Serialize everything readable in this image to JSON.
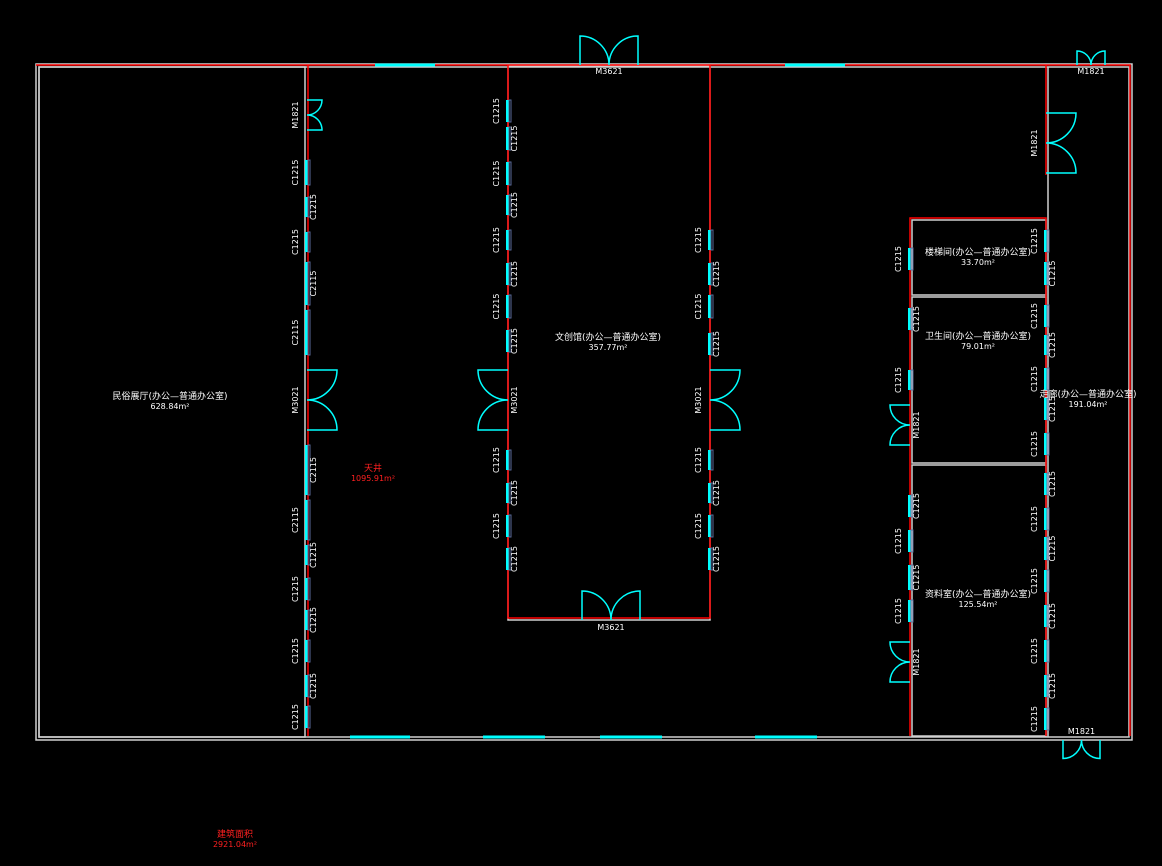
{
  "colors": {
    "wall": "#d0d0d0",
    "boundary": "#ff0000",
    "window": "#00ffff",
    "background": "#000000"
  },
  "rooms": [
    {
      "name": "民俗展厅(办公—普通办公室)",
      "area": "628.84m²"
    },
    {
      "name": "天井",
      "area": "1095.91m²"
    },
    {
      "name": "文创馆(办公—普通办公室)",
      "area": "357.77m²"
    },
    {
      "name": "楼梯间(办公—普通办公室)",
      "area": "33.70m²"
    },
    {
      "name": "卫生间(办公—普通办公室)",
      "area": "79.01m²"
    },
    {
      "name": "走廊(办公—普通办公室)",
      "area": "191.04m²"
    },
    {
      "name": "资料室(办公—普通办公室)",
      "area": "125.54m²"
    }
  ],
  "total": {
    "name": "建筑面积",
    "area": "2921.04m²"
  },
  "tags": {
    "window": "C1215",
    "window_wide": "C2115",
    "door_small": "M1821",
    "door_large": "M3621",
    "door_mid": "M3021"
  }
}
